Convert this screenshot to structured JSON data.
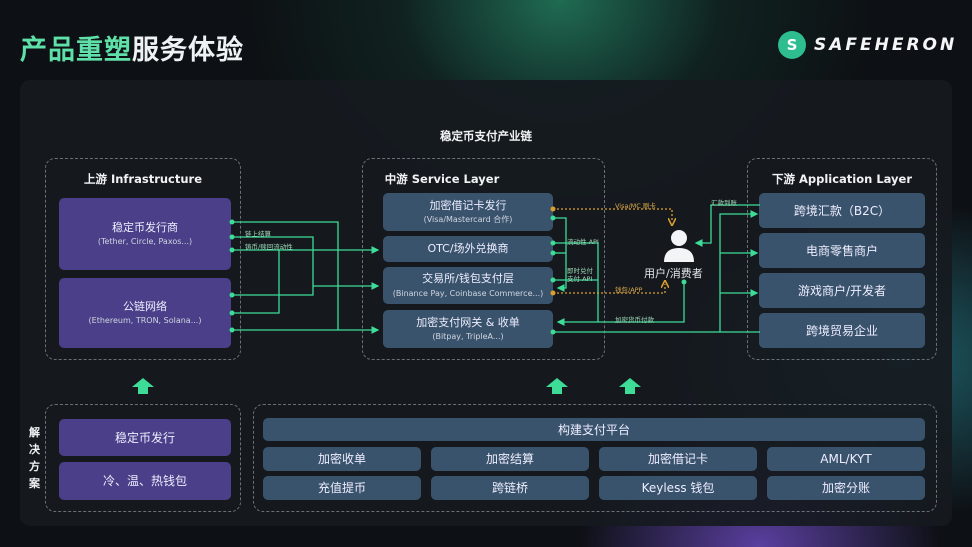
{
  "title": {
    "part1": "产品重塑",
    "part2": "服务体验"
  },
  "logo": {
    "text": "SAFEHERON"
  },
  "diagram_title": "稳定币支付产业链",
  "upstream": {
    "header": "上游 Infrastructure",
    "items": [
      {
        "title": "稳定币发行商",
        "sub": "(Tether, Circle, Paxos...)"
      },
      {
        "title": "公链网络",
        "sub": "(Ethereum, TRON, Solana...)"
      }
    ]
  },
  "midstream": {
    "header": "中游 Service Layer",
    "items": [
      {
        "title": "加密借记卡发行",
        "sub": "(Visa/Mastercard 合作)"
      },
      {
        "title": "OTC/场外兑换商",
        "sub": ""
      },
      {
        "title": "交易所/钱包支付层",
        "sub": "(Binance Pay, Coinbase Commerce...)"
      },
      {
        "title": "加密支付网关 & 收单",
        "sub": "(Bitpay, TripleA...)"
      }
    ]
  },
  "downstream": {
    "header": "下游 Application Layer",
    "items": [
      "跨境汇款（B2C）",
      "电商零售商户",
      "游戏商户/开发者",
      "跨境贸易企业"
    ]
  },
  "user": {
    "label": "用户/消费者"
  },
  "flow_labels": {
    "onchain": "链上结算",
    "mint": "铸币/赎回流动性",
    "visa": "Visa/MC 刷卡",
    "liq_api": "流动性 API",
    "instant1": "即时兑付",
    "instant2": "支付 API",
    "wallet": "钱包/APP",
    "crypto_pay": "加密货币付款",
    "remit": "汇款到账"
  },
  "solutions": {
    "label": "解决方案",
    "left": [
      "稳定币发行",
      "冷、温、热钱包"
    ],
    "platform": "构建支付平台",
    "grid": [
      "加密收单",
      "加密结算",
      "加密借记卡",
      "AML/KYT",
      "充值提币",
      "跨链桥",
      "Keyless 钱包",
      "加密分账"
    ]
  }
}
